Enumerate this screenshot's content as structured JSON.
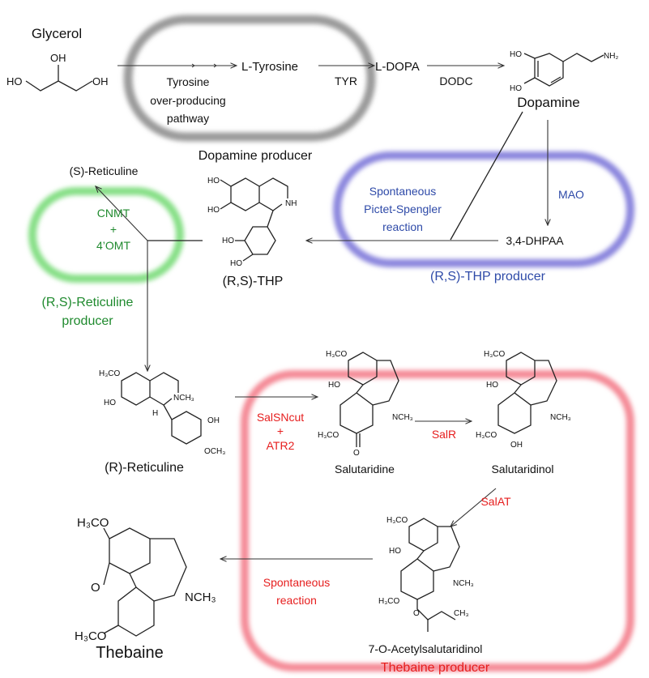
{
  "colors": {
    "dopamine_module": "#9a9a9a",
    "thp_module": "#8a85dd",
    "reticuline_module": "#86df86",
    "thebaine_module": "#f48a96",
    "blue_text": "#2e4aa8",
    "green_text": "#1f8a2e",
    "red_text": "#e61e1e"
  },
  "compounds": {
    "glycerol": "Glycerol",
    "glycerol_oh_top": "OH",
    "glycerol_ho": "HO",
    "glycerol_oh_right": "OH",
    "l_tyrosine": "L-Tyrosine",
    "l_dopa": "L-DOPA",
    "dopamine": "Dopamine",
    "dopamine_ho1": "HO",
    "dopamine_ho2": "HO",
    "dopamine_nh2": "NH₂",
    "dhpaa": "3,4-DHPAA",
    "s_reticuline": "(S)-Reticuline",
    "thp": "(R,S)-THP",
    "thp_nh": "NH",
    "r_reticuline": "(R)-Reticuline",
    "reticuline_h3co": "H₃CO",
    "reticuline_ho": "HO",
    "reticuline_nch3": "NCH₃",
    "reticuline_h": "H",
    "reticuline_oh": "OH",
    "reticuline_och3": "OCH₃",
    "salutaridine": "Salutaridine",
    "salutaridinol": "Salutaridinol",
    "acetylsalutaridinol": "7-O-Acetylsalutaridinol",
    "h3co": "H₃CO",
    "ho": "HO",
    "nch3": "NCH₃",
    "o": "O",
    "oh": "OH",
    "ch3": "CH₃",
    "thebaine": "Thebaine",
    "thebaine_h3co_top": "H₃CO",
    "thebaine_h3co_bottom": "H₃CO",
    "thebaine_o": "O",
    "thebaine_nch3": "NCH₃"
  },
  "enzymes": {
    "tyrosine_pathway": [
      "Tyrosine",
      "over-producing",
      "pathway"
    ],
    "tyr": "TYR",
    "dodc": "DODC",
    "mao": "MAO",
    "pictet_spengler": [
      "Spontaneous",
      "Pictet-Spengler",
      "reaction"
    ],
    "cnmt_4omt": [
      "CNMT",
      "+",
      "4’OMT"
    ],
    "salsncut_atr2": [
      "SalSNcut",
      "+",
      "ATR2"
    ],
    "salr": "SalR",
    "salat": "SalAT",
    "spontaneous": [
      "Spontaneous",
      "reaction"
    ]
  },
  "modules": {
    "dopamine": "Dopamine producer",
    "thp": "(R,S)-THP producer",
    "reticuline": [
      "(R,S)-Reticuline",
      "producer"
    ],
    "thebaine": "Thebaine producer"
  }
}
